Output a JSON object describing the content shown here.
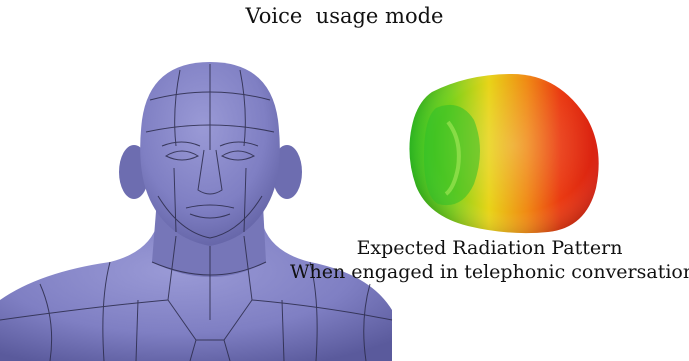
{
  "title": "Voice  usage mode",
  "caption": {
    "line1": "Expected Radiation Pattern",
    "line2": "When engaged in telephonic conversation"
  },
  "colors": {
    "model_fill": "#7f7fc3",
    "model_shadow": "#585899",
    "model_lines": "#2b2b4a",
    "pattern_low": "#18c224",
    "pattern_mid": "#f0cf16",
    "pattern_high": "#e82112"
  },
  "figures": {
    "head_model": "human-head-mesh-model",
    "pattern": "radiation-pattern-3d"
  }
}
